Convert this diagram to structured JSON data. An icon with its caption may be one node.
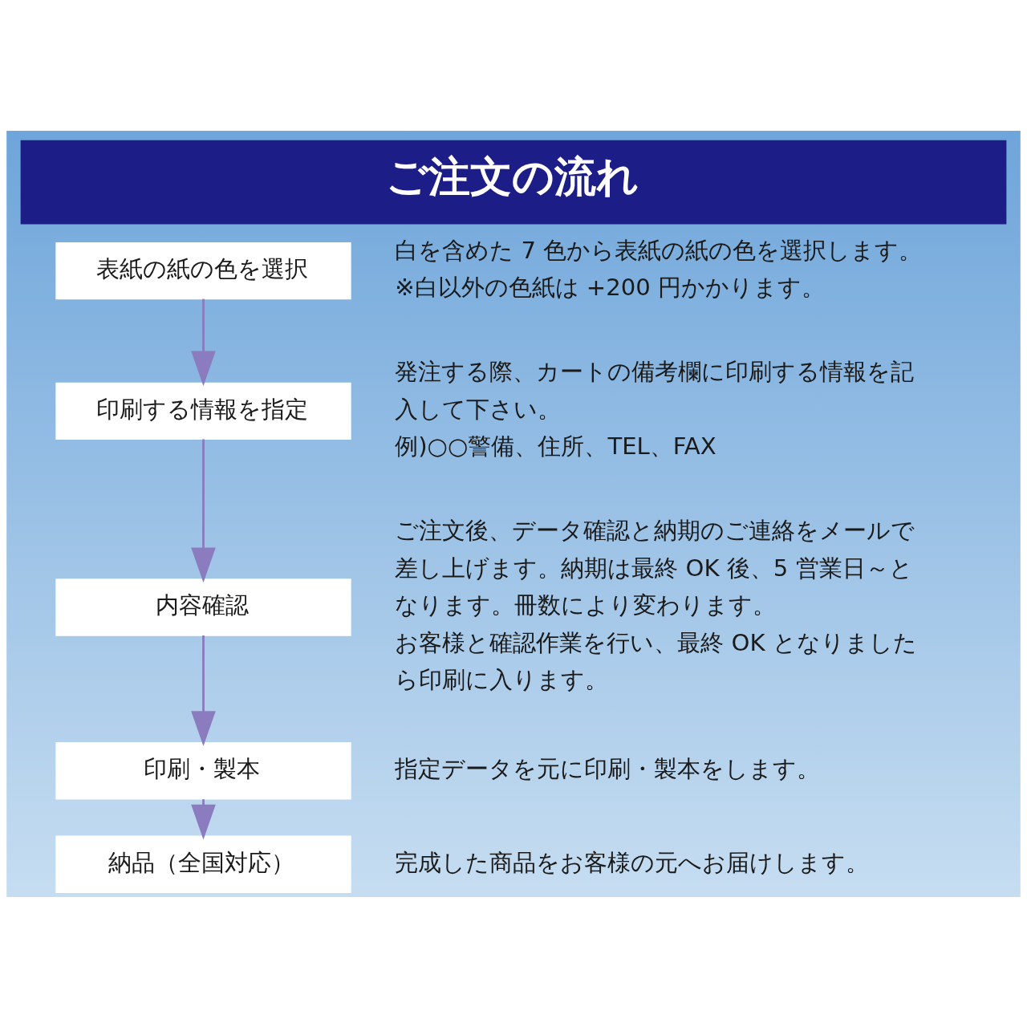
{
  "diagram": {
    "title": "ご注文の流れ",
    "nodes": [
      {
        "text": [
          "表紙の紙の色を選択"
        ],
        "beside": [
          "白を含めた 7 色から表紙の紙の色を選択します。",
          "※白以外の色紙は +200 円かかります。"
        ]
      },
      {
        "text": [
          "印刷する情報を指定"
        ],
        "beside": [
          "発注する際、カートの備考欄に印刷する情報を記入して下さい。",
          "例)○○警備、住所、TEL、FAX"
        ]
      },
      {
        "text": [
          "内容確認"
        ],
        "beside": [
          "ご注文後、データ確認と納期のご連絡をメールで差し上げます。納期は最終 OK 後、5 営業日～となります。冊数により変わります。",
          "お客様と確認作業を行い、最終 OK となりましたら印刷に入ります。"
        ]
      },
      {
        "text": [
          "印刷・製本"
        ],
        "beside": [
          "指定データを元に印刷・製本をします。"
        ]
      },
      {
        "text": [
          "納品（全国対応）"
        ],
        "beside": [
          "完成した商品をお客様の元へお届けします。"
        ]
      }
    ],
    "edges": [
      {
        "from": 0,
        "to": 1,
        "arrow": "to"
      },
      {
        "from": 1,
        "to": 2,
        "arrow": "to"
      },
      {
        "from": 2,
        "to": 3,
        "arrow": "to"
      },
      {
        "from": 3,
        "to": 4,
        "arrow": "to"
      }
    ]
  }
}
